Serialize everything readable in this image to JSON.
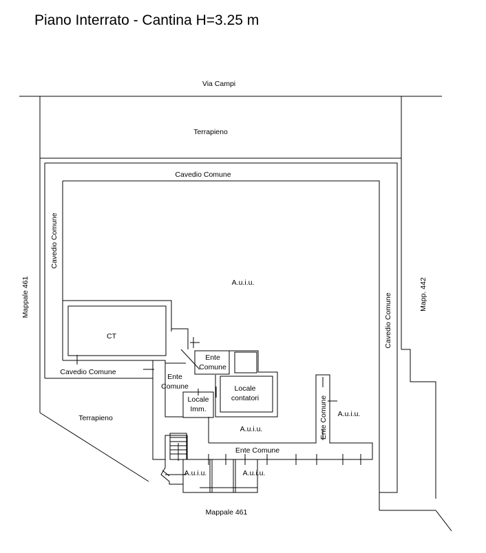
{
  "header": {
    "title": "Piano Interrato - Cantina H=3.25 m"
  },
  "plan": {
    "streets": {
      "top": "Via Campi",
      "bottom": "Mappale 461",
      "left": "Mappale 461",
      "right": "Mapp. 442"
    },
    "rooms": {
      "terrapieno_top": "Terrapieno",
      "cavedio_top": "Cavedio Comune",
      "cavedio_left": "Cavedio Comune",
      "cavedio_right": "Cavedio Comune",
      "cavedio_bottom_left": "Cavedio Comune",
      "auiu_main": "A.u.i.u.",
      "ct": "CT",
      "ente_comune_small_1": "Ente",
      "ente_comune_small_2": "Comune",
      "ente_comune_hall_1": "Ente",
      "ente_comune_hall_2": "Comune",
      "locale_contatori_1": "Locale",
      "locale_contatori_2": "contatori",
      "locale_imm_1": "Locale",
      "locale_imm_2": "Imm.",
      "terrapieno_bottom": "Terrapieno",
      "auiu_mid": "A.u.i.u.",
      "ente_comune_corridor": "Ente Comune",
      "ente_comune_vertical": "Ente Comune",
      "auiu_right": "A.u.i.u.",
      "auiu_bottom_left": "A.u.i.u.",
      "auiu_bottom_right": "A.u.i.u."
    }
  }
}
